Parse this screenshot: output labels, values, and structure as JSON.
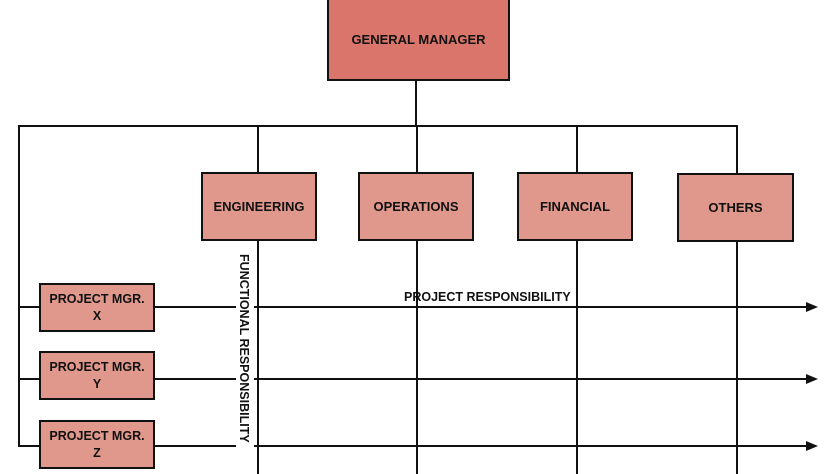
{
  "diagram": {
    "type": "matrix-organization-chart",
    "colors": {
      "top_box": "#D9756A",
      "box": "#E0978C",
      "line": "#111111"
    },
    "general_manager": {
      "label": "GENERAL MANAGER"
    },
    "departments": [
      {
        "label": "ENGINEERING"
      },
      {
        "label": "OPERATIONS"
      },
      {
        "label": "FINANCIAL"
      },
      {
        "label": "OTHERS"
      }
    ],
    "project_managers": [
      {
        "line1": "PROJECT MGR.",
        "line2": "X"
      },
      {
        "line1": "PROJECT MGR.",
        "line2": "Y"
      },
      {
        "line1": "PROJECT MGR.",
        "line2": "Z"
      }
    ],
    "axis_labels": {
      "horizontal": "PROJECT RESPONSIBILITY",
      "vertical": "FUNCTIONAL RESPONSIBILITY"
    }
  }
}
